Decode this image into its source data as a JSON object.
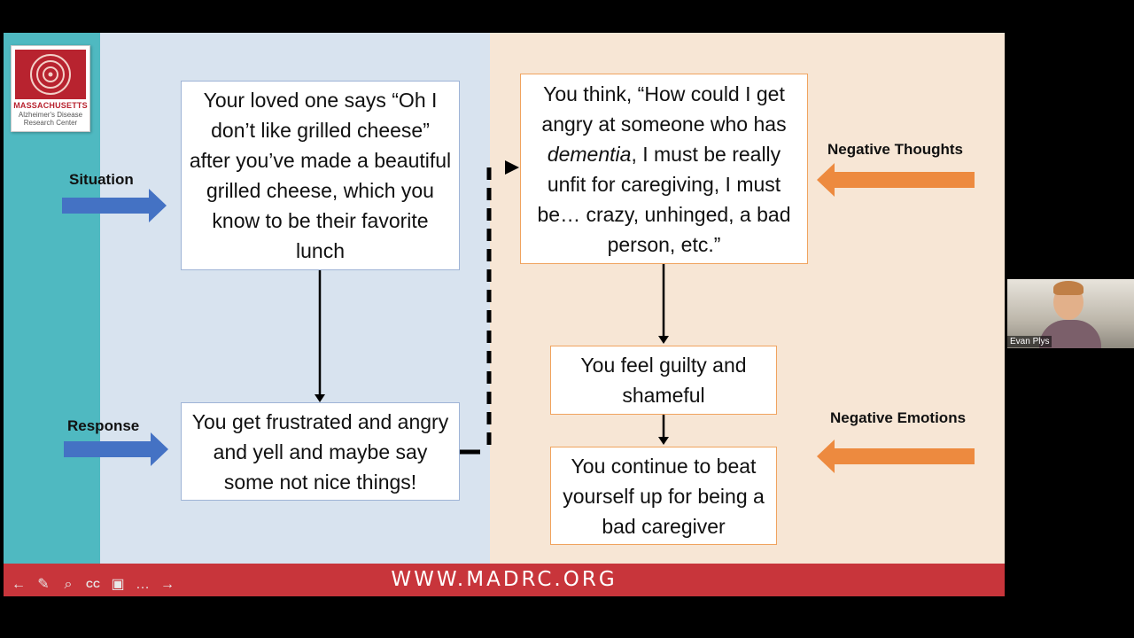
{
  "slide": {
    "logo_line1": "MASSACHUSETTS",
    "logo_line2": "Alzheimer's Disease",
    "logo_line3": "Research Center",
    "label_situation": "Situation",
    "label_response": "Response",
    "label_negative_thoughts": "Negative Thoughts",
    "label_negative_emotions": "Negative Emotions",
    "situation_text": "Your loved one says “Oh I don’t like grilled cheese” after you’ve made a beautiful grilled cheese, which you know to be their favorite lunch",
    "response_text": "You get frustrated and angry and yell and maybe say some not nice things!",
    "thought_pre": "You think, “How could I get angry at someone who has ",
    "thought_em": "dementia",
    "thought_post": ", I must be really unfit for caregiving, I must be… crazy, unhinged, a bad person, etc.”",
    "feel_text": "You feel guilty and shameful",
    "continue_text": "You continue to beat yourself up for being a bad caregiver",
    "footer_url": "WWW.MADRC.ORG"
  },
  "toolbar": {
    "back_icon": "arrow-left-icon",
    "pen_icon": "pen-icon",
    "zoom_icon": "zoom-icon",
    "cc_label": "CC",
    "video_icon": "video-off-icon",
    "more_icon": "more-icon",
    "forward_icon": "arrow-right-icon"
  },
  "participant": {
    "name": "Evan Plys"
  },
  "colors": {
    "blue_arrow": "#4472c4",
    "orange_arrow": "#ed8a3f",
    "footer": "#c8353b",
    "teal": "#4fb9c1"
  }
}
